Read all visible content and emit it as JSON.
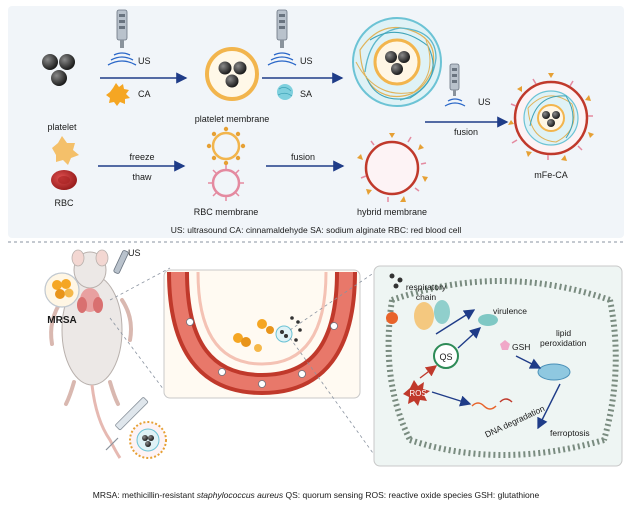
{
  "top": {
    "labels": {
      "us1": "US",
      "ca": "CA",
      "platelet_membrane": "platelet membrane",
      "us2": "US",
      "sa": "SA",
      "platelet": "platelet",
      "freeze": "freeze",
      "thaw": "thaw",
      "rbc": "RBC",
      "rbc_membrane": "RBC membrane",
      "fusion1": "fusion",
      "hybrid_membrane": "hybrid membrane",
      "us3": "US",
      "fusion2": "fusion",
      "product": "mFe-CA"
    },
    "legend": "US: ultrasound  CA: cinnamaldehyde  SA: sodium alginate  RBC: red blood cell"
  },
  "bottom": {
    "labels": {
      "us": "US",
      "mrsa": "MRSA",
      "respiratory": "respiratory",
      "chain": "chain",
      "virulence": "virulence",
      "gsh": "GSH",
      "lipid": "lipid",
      "peroxidation": "peroxidation",
      "qs": "QS",
      "ros": "ROS",
      "dna": "DNA degradation",
      "ferroptosis": "ferroptosis"
    },
    "legend_a": "MRSA: methicillin-resistant ",
    "legend_b": "staphylococcus aureus",
    "legend_c": " QS: quorum sensing  ROS: reactive oxide species  GSH: glutathione"
  },
  "colors": {
    "top_bg": "#f1f5f9",
    "arrow": "#1f3c88",
    "ca": "#f5a623",
    "rbc": "#c0392b",
    "platelet": "#f4c06a",
    "sa": "#7fd0de",
    "vessel": "#c0392b",
    "bacteria_panel": "#eef5f3"
  }
}
